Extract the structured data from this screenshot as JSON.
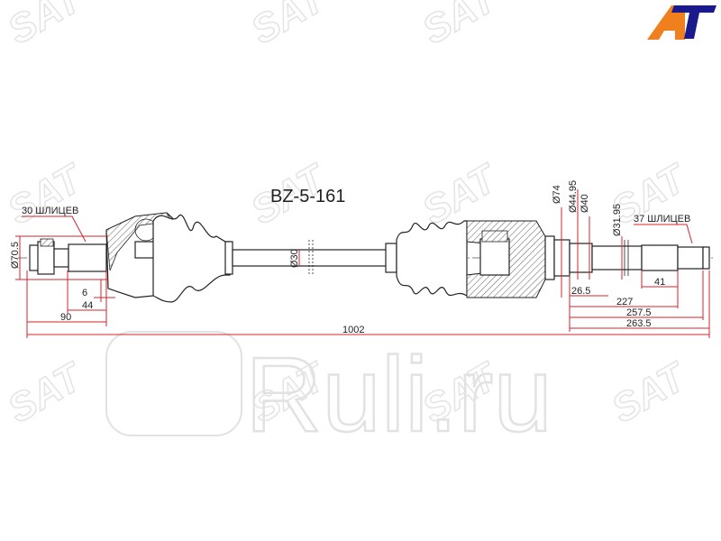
{
  "part_number": "BZ-5-161",
  "brand_logo": {
    "text": "AT",
    "colors": {
      "a": "#f07f1e",
      "t": "#1a1a8c"
    }
  },
  "watermarks": {
    "sat": "SAT",
    "site": "Ruli.ru"
  },
  "labels": {
    "left_splines": "30 ШЛИЦЕВ",
    "right_splines": "37 ШЛИЦЕВ"
  },
  "dimensions": {
    "d_left_outer": "Ø70.5",
    "d_shaft": "Ø30",
    "d_right_housing": "Ø74",
    "d_right_1": "Ø44.95",
    "d_right_2": "Ø40",
    "d_right_3": "Ø31.95",
    "l_6": "6",
    "l_44": "44",
    "l_90": "90",
    "l_total": "1002",
    "l_26_5": "26.5",
    "l_227": "227",
    "l_257_5": "257.5",
    "l_263_5": "263.5",
    "l_41": "41"
  },
  "colors": {
    "dimension_line": "#d3232b",
    "outline": "#222222"
  }
}
